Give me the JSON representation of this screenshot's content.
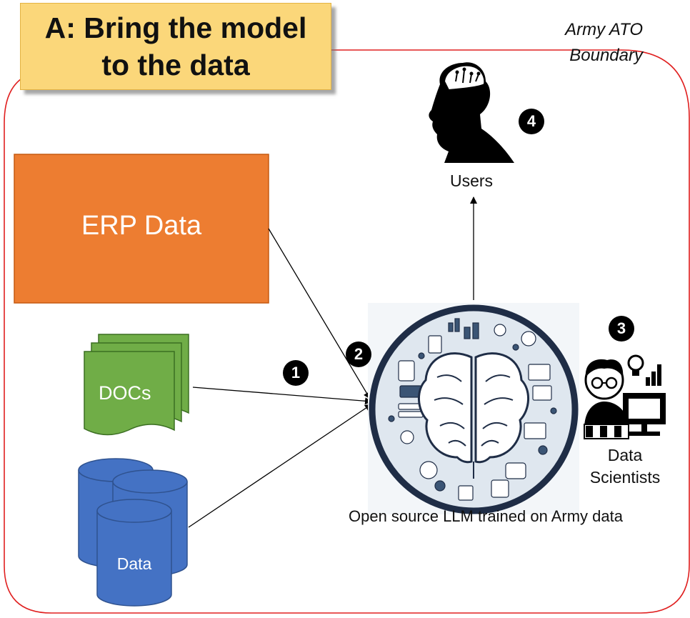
{
  "title": "A: Bring the model to the data",
  "boundary_label": "Army ATO Boundary",
  "nodes": {
    "erp": "ERP Data",
    "docs": "DOCs",
    "data": "Data",
    "users": "Users",
    "data_scientists": "Data Scientists",
    "llm": "Open source LLM trained on Army data"
  },
  "steps": [
    "1",
    "2",
    "3",
    "4"
  ],
  "colors": {
    "title_bg": "#fbd77a",
    "erp": "#ed7d31",
    "docs": "#70ad47",
    "data": "#4472c4",
    "boundary": "#e02020",
    "llm_ring": "#1f2d46"
  }
}
